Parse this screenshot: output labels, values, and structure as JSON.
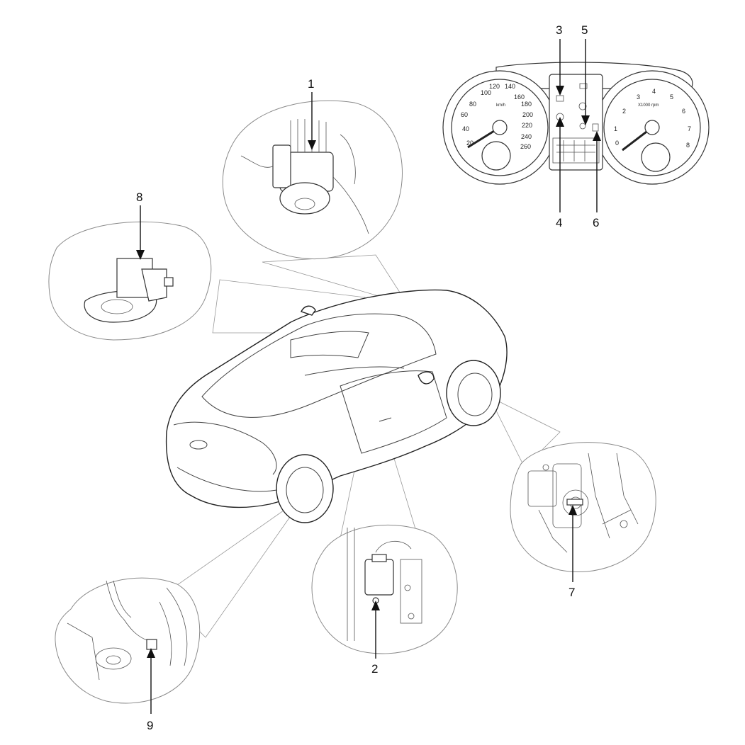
{
  "callouts": [
    "1",
    "2",
    "3",
    "4",
    "5",
    "6",
    "7",
    "8",
    "9"
  ],
  "cluster": {
    "speed_ticks": [
      "20",
      "40",
      "60",
      "80",
      "100",
      "120",
      "140",
      "160",
      "180",
      "200",
      "220",
      "240",
      "260"
    ],
    "speed_unit": "km/h",
    "rpm_ticks": [
      "0",
      "1",
      "2",
      "3",
      "4",
      "5",
      "6",
      "7",
      "8"
    ],
    "rpm_unit": "X1000 rpm"
  }
}
